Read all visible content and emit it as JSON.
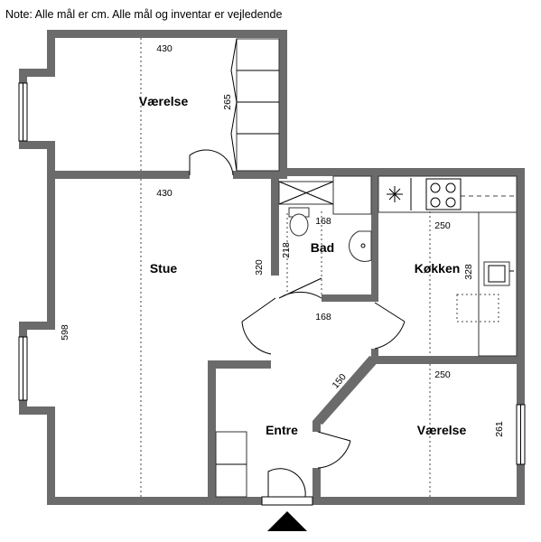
{
  "note": "Note: Alle mål er cm. Alle mål og inventar er vejledende",
  "rooms": {
    "vaerelse_top": "Værelse",
    "stue": "Stue",
    "bad": "Bad",
    "koekken": "Køkken",
    "entre": "Entre",
    "vaerelse_bottom": "Værelse"
  },
  "dimensions": {
    "vaerelse_top_width": "430",
    "vaerelse_top_height": "265",
    "stue_width": "430",
    "stue_height": "598",
    "bad_width_top": "168",
    "bad_height": "218",
    "hall_width": "168",
    "hall_height": "320",
    "koekken_width": "250",
    "koekken_height": "328",
    "entre_diagonal": "150",
    "vaerelse_bottom_width": "250",
    "vaerelse_bottom_height": "261"
  },
  "colors": {
    "wall": "#6b6b6b",
    "entrance_arrow": "#000000"
  }
}
